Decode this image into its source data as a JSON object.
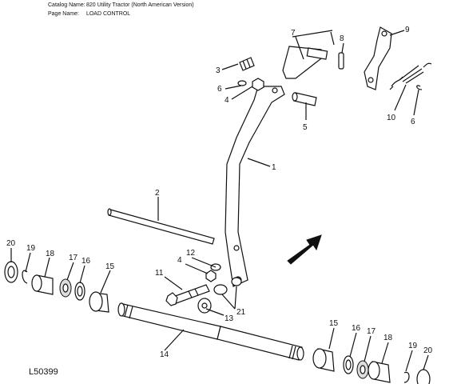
{
  "header": {
    "catalog_label": "Catalog Name:",
    "catalog_value": "820 Utility Tractor (North American Version)",
    "page_label": "Page Name:",
    "page_value": "LOAD CONTROL"
  },
  "figure_id": "L50399",
  "callouts": [
    "1",
    "2",
    "3",
    "4",
    "4",
    "5",
    "6",
    "6",
    "7",
    "8",
    "9",
    "10",
    "11",
    "12",
    "13",
    "14",
    "15",
    "15",
    "16",
    "16",
    "17",
    "17",
    "18",
    "18",
    "19",
    "19",
    "20",
    "20",
    "21"
  ]
}
